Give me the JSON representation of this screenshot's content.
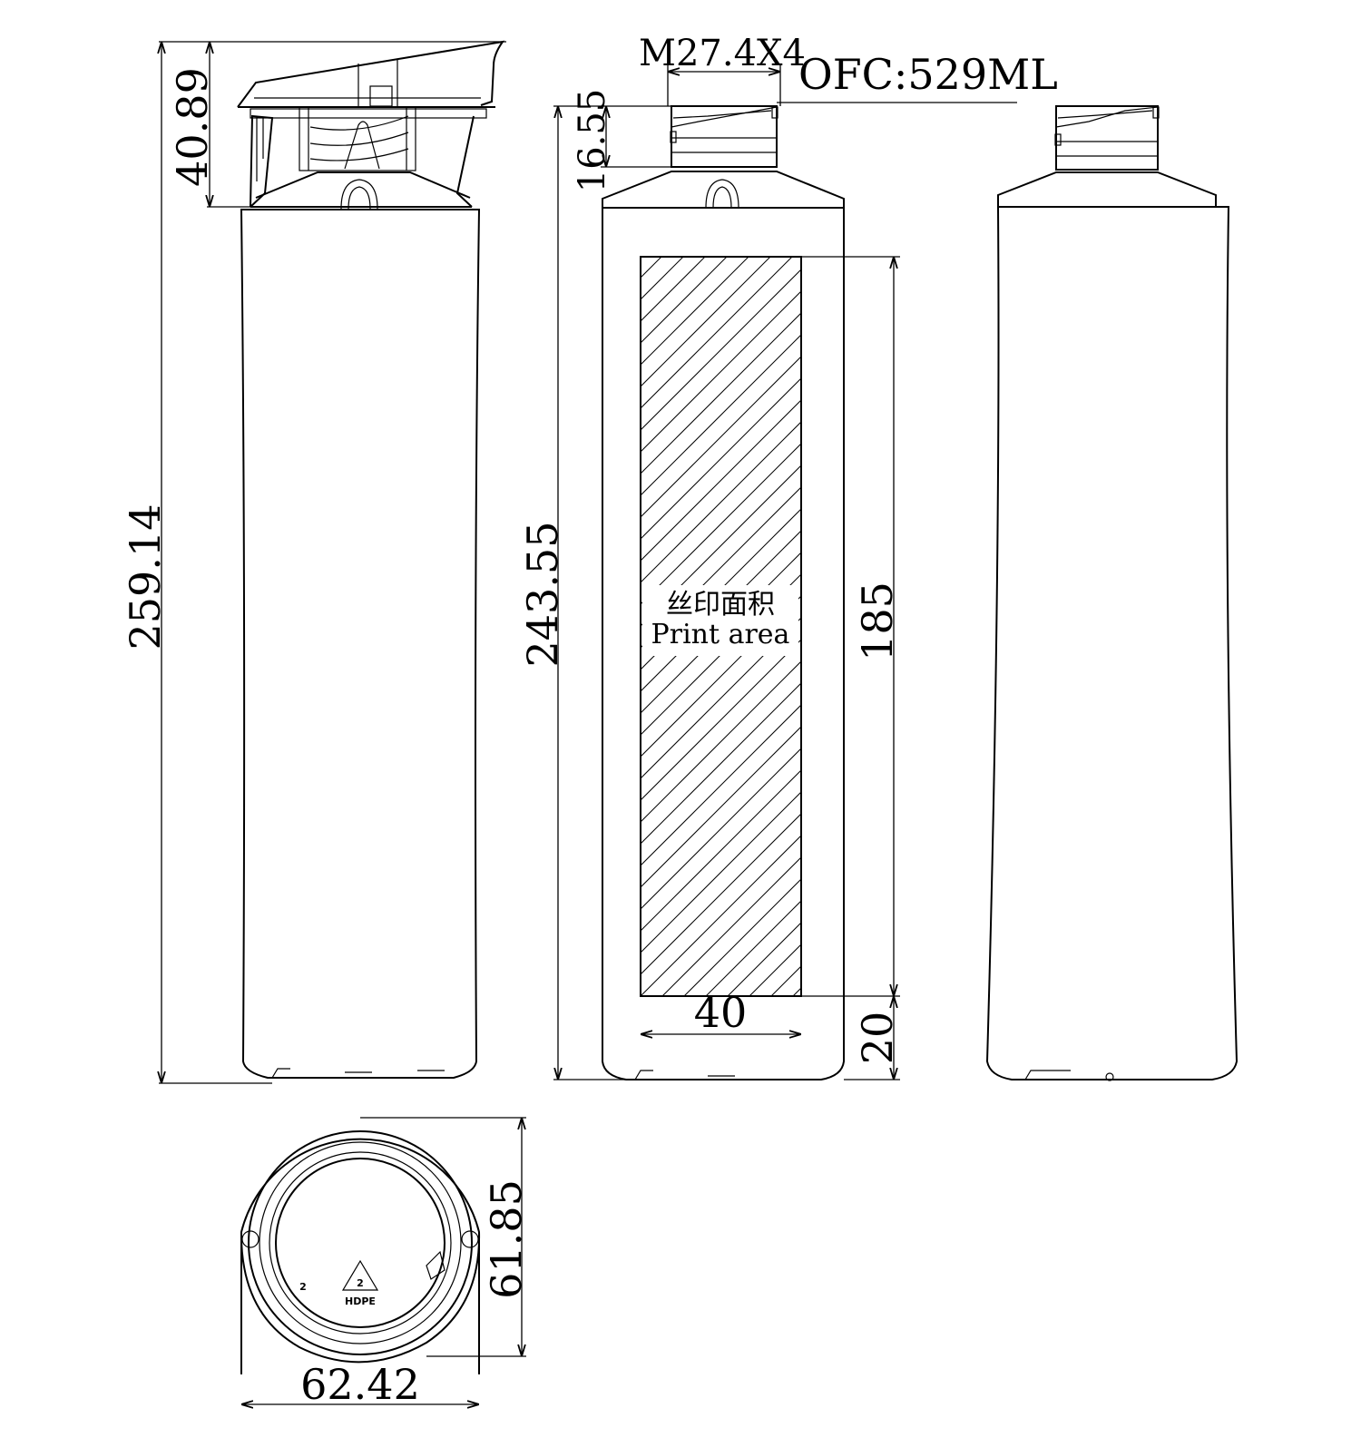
{
  "specs": {
    "thread": "M27.4X4",
    "capacity": "OFC:529ML"
  },
  "dimensions": {
    "total_height_with_cap": "259.14",
    "cap_height": "40.89",
    "bottle_height": "243.55",
    "neck_height": "16.55",
    "print_area_height": "185",
    "print_area_bottom_offset": "20",
    "print_area_width": "40",
    "bottom_depth": "61.85",
    "bottom_width": "62.42"
  },
  "print_area": {
    "label_cn": "丝印面积",
    "label_en": "Print area"
  },
  "recycle_mark": {
    "code": "2",
    "material": "HDPE",
    "cavity": "2"
  }
}
